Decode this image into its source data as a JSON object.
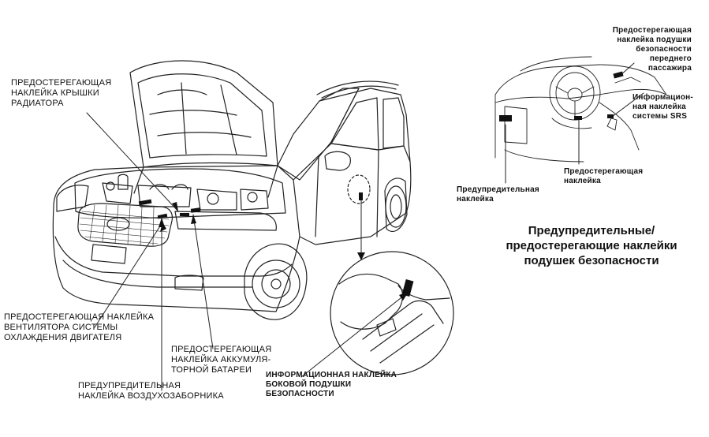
{
  "title": "Предупредительные/\nпредостерегающие наклейки\nподушек безопасности",
  "labels": {
    "radiator_cap": "ПРЕДОСТЕРЕГАЮЩАЯ\nНАКЛЕЙКА КРЫШКИ\nРАДИАТОРА",
    "cooling_fan": "ПРЕДОСТЕРЕГАЮЩАЯ НАКЛЕЙКА\nВЕНТИЛЯТОРА СИСТЕМЫ\nОХЛАЖДЕНИЯ ДВИГАТЕЛЯ",
    "battery": "ПРЕДОСТЕРЕГАЮЩАЯ\nНАКЛЕЙКА АККУМУЛЯ-\nТОРНОЙ БАТАРЕИ",
    "air_intake": "ПРЕДУПРЕДИТЕЛЬНАЯ\nНАКЛЕЙКА ВОЗДУХОЗАБОРНИКА",
    "side_airbag": "ИНФОРМАЦИОННАЯ НАКЛЕЙКА\nБОКОВОЙ ПОДУШКИ\nБЕЗОПАСНОСТИ",
    "passenger_airbag": "Предостерегающая\nнаклейка подушки\nбезопасности переднего\nпассажира",
    "srs_info": "Информацион-\nная наклейка\nсистемы SRS",
    "warning_label": "Предостерегающая\nнаклейка",
    "caution_label": "Предупредительная\nнаклейка"
  },
  "colors": {
    "line": "#222222",
    "sticker": "#111111",
    "background": "#ffffff"
  }
}
